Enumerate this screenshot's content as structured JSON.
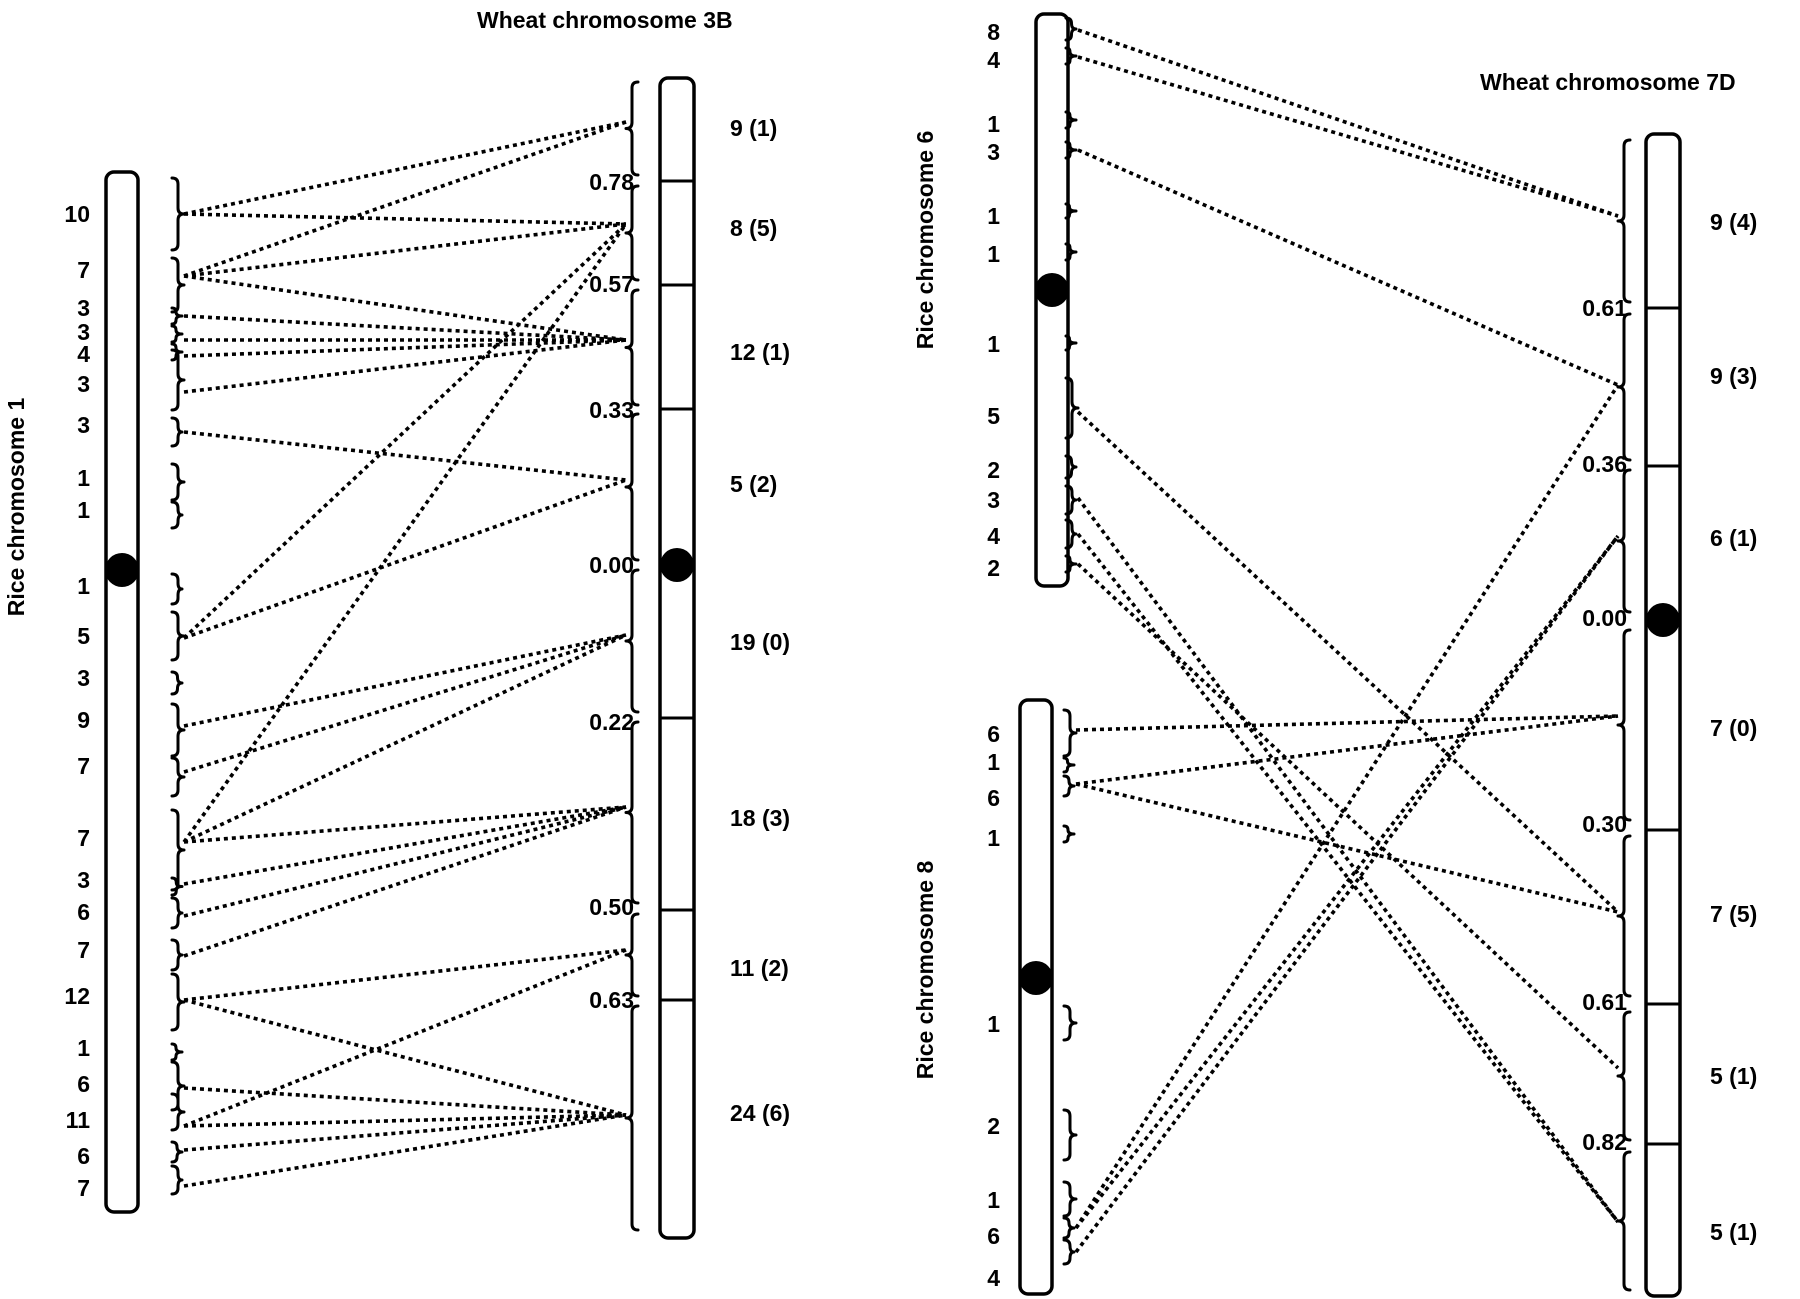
{
  "panels": [
    {
      "id": "left",
      "rice_chromosomes": [
        {
          "id": "r1",
          "label": "Rice chromosome 1",
          "groups": [
            {
              "count": "10"
            },
            {
              "count": "7"
            },
            {
              "count": "3"
            },
            {
              "count": "3"
            },
            {
              "count": "4"
            },
            {
              "count": "3"
            },
            {
              "count": "3"
            },
            {
              "count": "1"
            },
            {
              "count": "1"
            },
            {
              "count": "1"
            },
            {
              "count": "5"
            },
            {
              "count": "3"
            },
            {
              "count": "9"
            },
            {
              "count": "7"
            },
            {
              "count": "7"
            },
            {
              "count": "3"
            },
            {
              "count": "6"
            },
            {
              "count": "7"
            },
            {
              "count": "12"
            },
            {
              "count": "1"
            },
            {
              "count": "6"
            },
            {
              "count": "11"
            },
            {
              "count": "6"
            },
            {
              "count": "7"
            }
          ]
        }
      ],
      "wheat_chromosome": {
        "id": "w3b",
        "label": "Wheat chromosome 3B",
        "bins": [
          {
            "label": "9 (1)"
          },
          {
            "label": "8 (5)"
          },
          {
            "label": "12 (1)"
          },
          {
            "label": "5 (2)"
          },
          {
            "label": "19 (0)"
          },
          {
            "label": "18 (3)"
          },
          {
            "label": "11 (2)"
          },
          {
            "label": "24 (6)"
          }
        ],
        "breakpoints": [
          "0.78",
          "0.57",
          "0.33",
          "0.00",
          "0.22",
          "0.50",
          "0.63"
        ]
      },
      "links": [
        [
          0,
          0
        ],
        [
          0,
          1
        ],
        [
          1,
          1
        ],
        [
          1,
          0
        ],
        [
          1,
          2
        ],
        [
          2,
          2
        ],
        [
          3,
          2
        ],
        [
          4,
          2
        ],
        [
          5,
          2
        ],
        [
          6,
          3
        ],
        [
          10,
          3
        ],
        [
          10,
          1
        ],
        [
          12,
          4
        ],
        [
          13,
          4
        ],
        [
          14,
          4
        ],
        [
          14,
          1
        ],
        [
          14,
          5
        ],
        [
          15,
          5
        ],
        [
          16,
          5
        ],
        [
          17,
          5
        ],
        [
          18,
          6
        ],
        [
          18,
          7
        ],
        [
          20,
          7
        ],
        [
          21,
          7
        ],
        [
          21,
          6
        ],
        [
          22,
          7
        ],
        [
          23,
          7
        ]
      ]
    },
    {
      "id": "right",
      "rice_chromosomes": [
        {
          "id": "r6",
          "label": "Rice chromosome 6",
          "groups": [
            {
              "count": "8"
            },
            {
              "count": "4"
            },
            {
              "count": "1"
            },
            {
              "count": "3"
            },
            {
              "count": "1"
            },
            {
              "count": "1"
            },
            {
              "count": "1"
            },
            {
              "count": "5"
            },
            {
              "count": "2"
            },
            {
              "count": "3"
            },
            {
              "count": "4"
            },
            {
              "count": "2"
            }
          ]
        },
        {
          "id": "r8",
          "label": "Rice chromosome 8",
          "groups": [
            {
              "count": "6"
            },
            {
              "count": "1"
            },
            {
              "count": "6"
            },
            {
              "count": "1"
            },
            {
              "count": "1"
            },
            {
              "count": "2"
            },
            {
              "count": "1"
            },
            {
              "count": "6"
            },
            {
              "count": "4"
            }
          ]
        }
      ],
      "wheat_chromosome": {
        "id": "w7d",
        "label": "Wheat chromosome 7D",
        "bins": [
          {
            "label": "9 (4)"
          },
          {
            "label": "9 (3)"
          },
          {
            "label": "6 (1)"
          },
          {
            "label": "7 (0)"
          },
          {
            "label": "7 (5)"
          },
          {
            "label": "5 (1)"
          },
          {
            "label": "5 (1)"
          }
        ],
        "breakpoints": [
          "0.61",
          "0.36",
          "0.00",
          "0.30",
          "0.61",
          "0.82"
        ]
      },
      "links": [
        [
          "r6",
          0,
          0
        ],
        [
          "r6",
          1,
          0
        ],
        [
          "r6",
          3,
          1
        ],
        [
          "r6",
          7,
          4
        ],
        [
          "r6",
          9,
          6
        ],
        [
          "r6",
          10,
          6
        ],
        [
          "r6",
          11,
          5
        ],
        [
          "r8",
          0,
          3
        ],
        [
          "r8",
          2,
          3
        ],
        [
          "r8",
          2,
          4
        ],
        [
          "r8",
          7,
          1
        ],
        [
          "r8",
          7,
          2
        ],
        [
          "r8",
          8,
          2
        ]
      ]
    }
  ]
}
